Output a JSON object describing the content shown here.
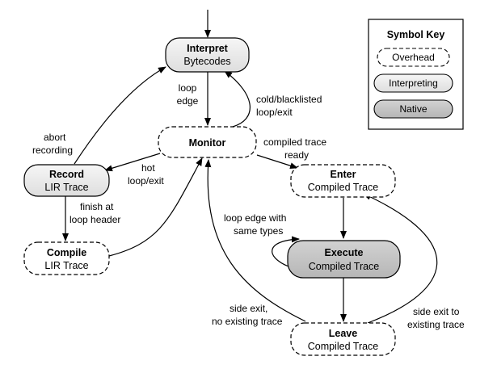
{
  "nodes": {
    "interpret": {
      "title": "Interpret",
      "sub": "Bytecodes",
      "kind": "interpreting"
    },
    "monitor": {
      "title": "Monitor",
      "sub": "",
      "kind": "overhead"
    },
    "record": {
      "title": "Record",
      "sub": "LIR Trace",
      "kind": "interpreting"
    },
    "compile": {
      "title": "Compile",
      "sub": "LIR Trace",
      "kind": "overhead"
    },
    "enter": {
      "title": "Enter",
      "sub": "Compiled Trace",
      "kind": "overhead"
    },
    "execute": {
      "title": "Execute",
      "sub": "Compiled Trace",
      "kind": "native"
    },
    "leave": {
      "title": "Leave",
      "sub": "Compiled Trace",
      "kind": "overhead"
    }
  },
  "edge_labels": {
    "loop_edge": [
      "loop",
      "edge"
    ],
    "cold_blacklisted": [
      "cold/blacklisted",
      "loop/exit"
    ],
    "abort_recording": [
      "abort",
      "recording"
    ],
    "compiled_trace_ready": [
      "compiled trace",
      "ready"
    ],
    "hot_loop_exit": [
      "hot",
      "loop/exit"
    ],
    "finish_at_loop_header": [
      "finish at",
      "loop header"
    ],
    "loop_edge_same_types": [
      "loop edge with",
      "same types"
    ],
    "side_exit_no_trace": [
      "side exit,",
      "no existing trace"
    ],
    "side_exit_existing": [
      "side exit to",
      "existing trace"
    ]
  },
  "legend": {
    "title": "Symbol Key",
    "items": [
      {
        "label": "Overhead",
        "kind": "overhead"
      },
      {
        "label": "Interpreting",
        "kind": "interpreting"
      },
      {
        "label": "Native",
        "kind": "native"
      }
    ]
  },
  "colors": {
    "overhead_fill": "#ffffff",
    "interpreting_fill": "#ebebeb",
    "native_fill": "#c4c4c4",
    "stroke": "#000000"
  }
}
